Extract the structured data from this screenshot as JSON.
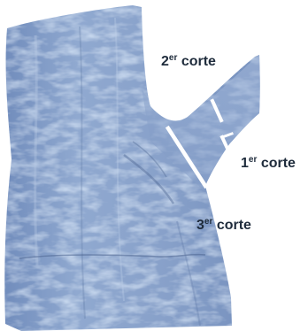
{
  "figure": {
    "subject": "pruning-cuts-branch-illustration",
    "colors": {
      "bark_base": "#7e9ac6",
      "bark_light": "#b4c7e2",
      "bark_dark": "#56709e",
      "cut_line": "#ffffff",
      "label_text": "#1f2c3c"
    }
  },
  "labels": {
    "cut_2": {
      "ordinal": "2",
      "suffix": "er",
      "word": "corte"
    },
    "cut_1": {
      "ordinal": "1",
      "suffix": "er",
      "word": "corte"
    },
    "cut_3": {
      "ordinal": "3",
      "suffix": "er",
      "word": "corte"
    }
  }
}
